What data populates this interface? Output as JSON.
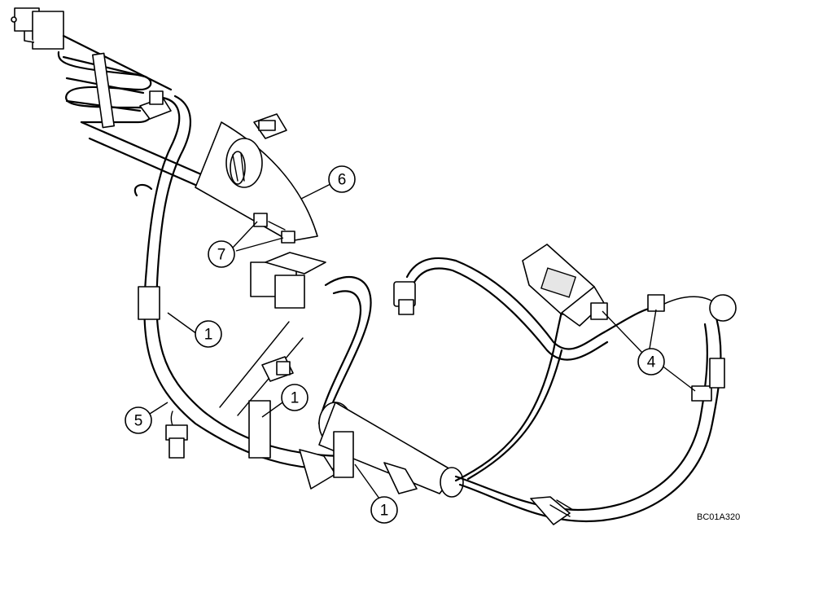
{
  "drawing_code": "BC01A320",
  "callouts": [
    {
      "id": "c1a",
      "label": "1"
    },
    {
      "id": "c1b",
      "label": "1"
    },
    {
      "id": "c1c",
      "label": "1"
    },
    {
      "id": "c4",
      "label": "4"
    },
    {
      "id": "c5",
      "label": "5"
    },
    {
      "id": "c6",
      "label": "6"
    },
    {
      "id": "c7",
      "label": "7"
    }
  ]
}
